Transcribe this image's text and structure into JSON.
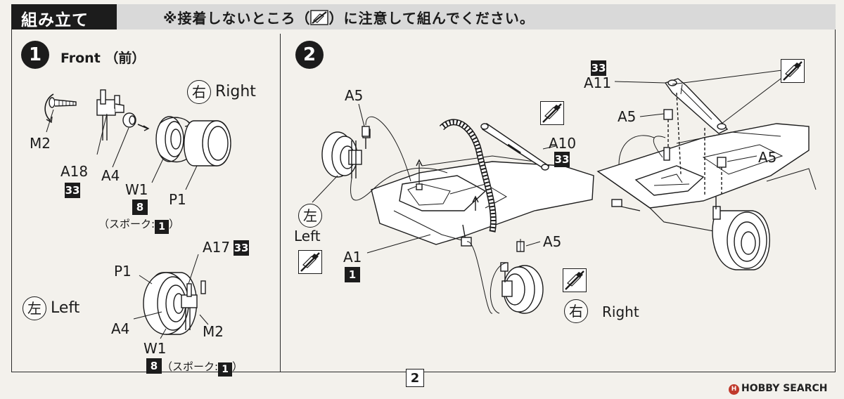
{
  "header": {
    "title": "組み立て",
    "note_prefix": "※接着しないところ（",
    "note_suffix": "）に注意して組んでください。"
  },
  "step1": {
    "number": "1",
    "label": "Front （前）",
    "right_kanji": "右",
    "right_label": "Right",
    "left_kanji": "左",
    "left_label": "Left",
    "parts_top": {
      "m2": "M2",
      "a18": "A18",
      "a18_badge": "33",
      "a4": "A4",
      "w1": "W1",
      "w1_badge": "8",
      "p1": "P1",
      "spoke_prefix": "（スポーク:",
      "spoke_badge": "1",
      "spoke_suffix": "）"
    },
    "parts_bottom": {
      "a17": "A17",
      "a17_badge": "33",
      "p1": "P1",
      "a4": "A4",
      "m2": "M2",
      "w1": "W1",
      "w1_badge": "8",
      "spoke_prefix": "（スポーク:",
      "spoke_badge": "1",
      "spoke_suffix": "）"
    }
  },
  "step2": {
    "number": "2",
    "a5_top": "A5",
    "a10": "A10",
    "a10_badge": "33",
    "left_kanji": "左",
    "left_label": "Left",
    "a1": "A1",
    "a1_badge": "1",
    "a5_lower": "A5",
    "right_kanji": "右",
    "right_label": "Right",
    "a11_badge": "33",
    "a11": "A11",
    "a5_frame_left": "A5",
    "a5_frame_right": "A5"
  },
  "footer": {
    "page_number": "2",
    "watermark": "HOBBY SEARCH",
    "watermark_logo": "H"
  },
  "icons": {
    "no_glue": "no-glue-icon",
    "rotate": "rotate-arrow-icon"
  }
}
